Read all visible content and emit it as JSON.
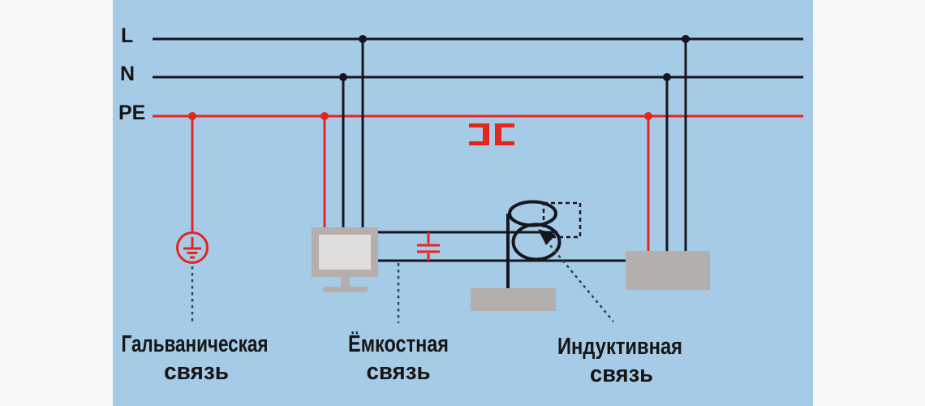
{
  "diagram": {
    "bus_labels": {
      "l": "L",
      "n": "N",
      "pe": "PE"
    },
    "captions": {
      "galvanic": {
        "line1": "Гальваническая",
        "line2": "связь"
      },
      "capacitive": {
        "line1": "Ёмкостная",
        "line2": "связь"
      },
      "inductive": {
        "line1": "Индуктивная",
        "line2": "связь"
      }
    }
  },
  "colors": {
    "page_bg": "#f7f7f7",
    "panel_bg": "#a6cbe7",
    "wire": "#16161e",
    "pe_red": "#e8241f",
    "device_gray": "#b4afac",
    "screen_gray": "#dfdedc",
    "leader_dash": "#24455e",
    "text": "#151515"
  }
}
